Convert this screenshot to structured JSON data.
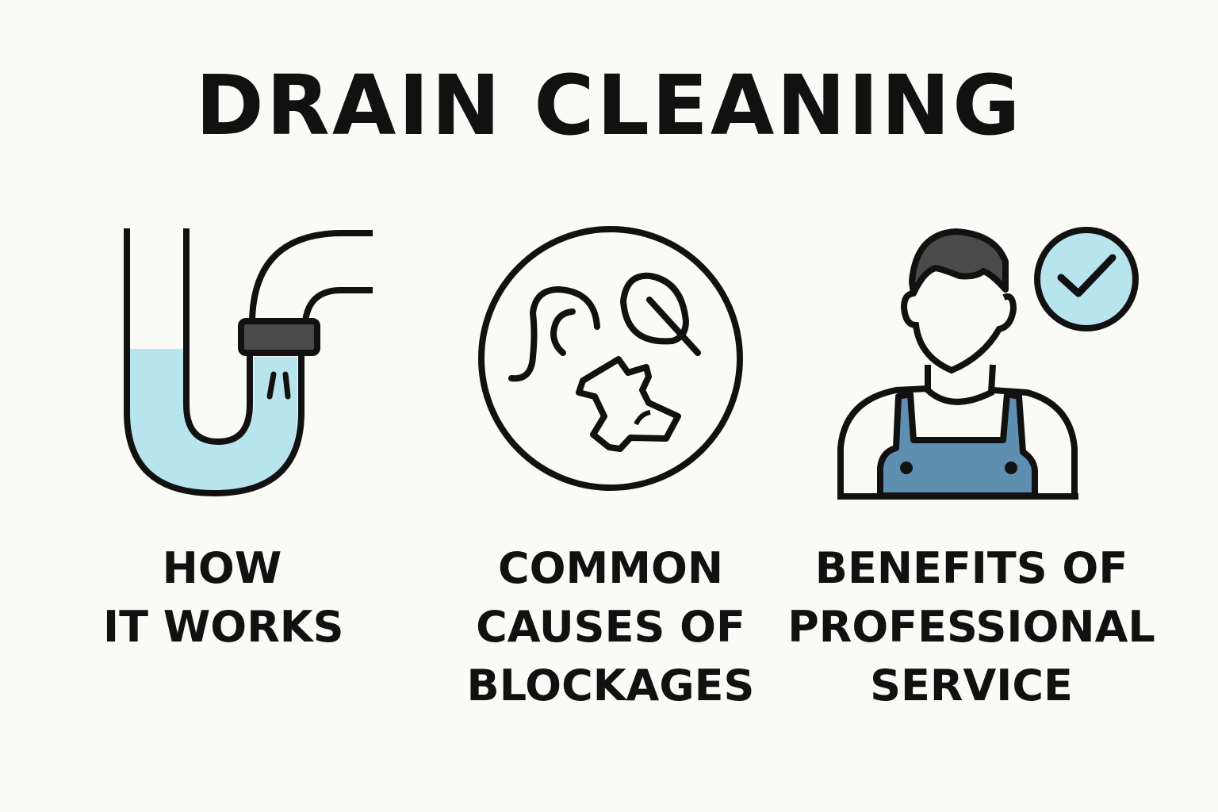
{
  "title": "DRAIN CLEANING",
  "colors": {
    "background": "#fafaf7",
    "stroke": "#111111",
    "water": "#b8e4ee",
    "overalls": "#5f8fb0",
    "hair": "#4a4a4a",
    "check_fill": "#b8e4ee"
  },
  "sections": [
    {
      "icon": "pipe-trap-icon",
      "lines": [
        "HOW",
        "IT WORKS"
      ]
    },
    {
      "icon": "debris-circle-icon",
      "lines": [
        "COMMON",
        "CAUSES OF",
        "BLOCKAGES"
      ]
    },
    {
      "icon": "plumber-check-icon",
      "lines": [
        "BENEFITS OF",
        "PROFESSIONAL",
        "SERVICE"
      ]
    }
  ]
}
